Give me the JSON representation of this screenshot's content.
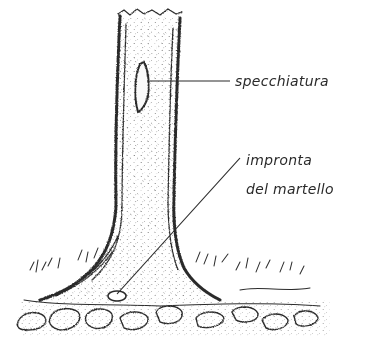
{
  "labels": {
    "blaze": "specchiatura",
    "hammer_line1": "impronta",
    "hammer_line2": "del martello"
  }
}
